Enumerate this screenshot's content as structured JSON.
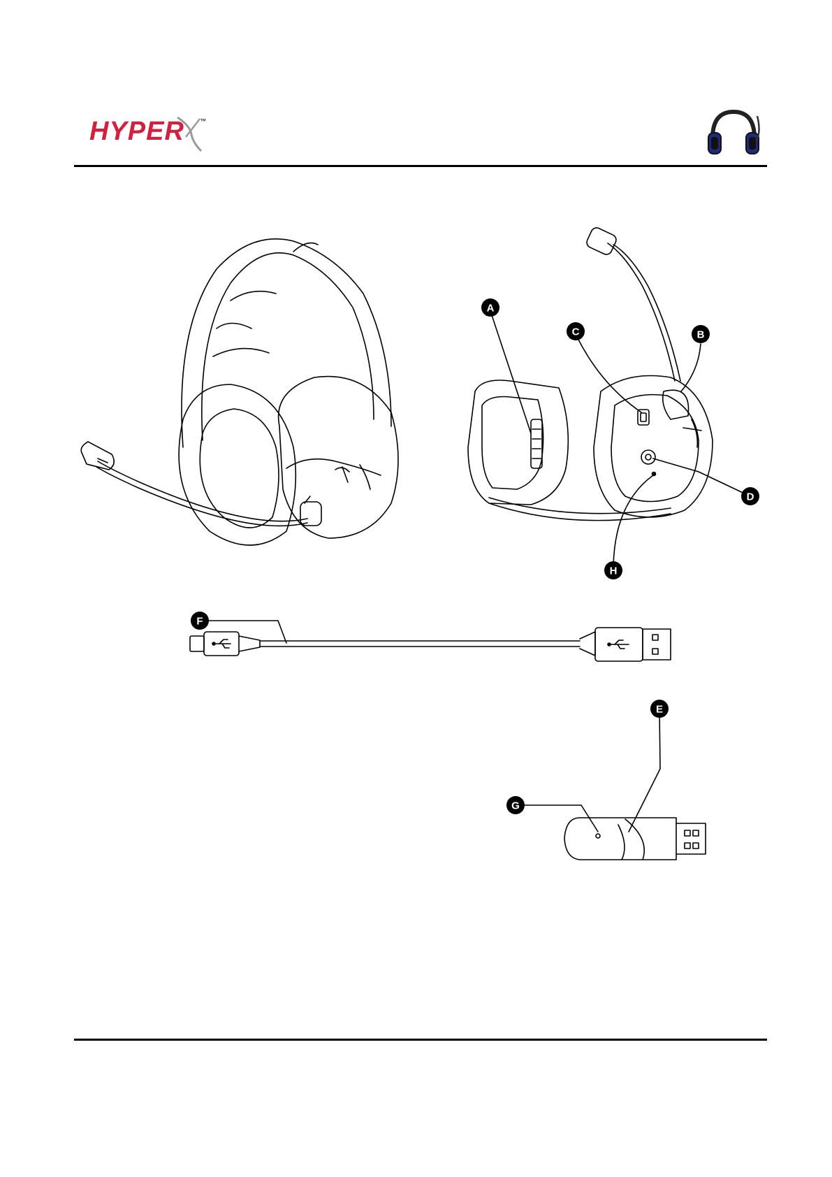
{
  "header": {
    "logo_text": "HYPER",
    "logo_suffix": "X",
    "trademark": "™",
    "brand_color": "#d0213f",
    "corner_icon": "headset-icon"
  },
  "callouts": [
    "A",
    "B",
    "C",
    "D",
    "E",
    "F",
    "G",
    "H"
  ],
  "colors": {
    "line": "#000000",
    "accent": "#1e2a7a"
  }
}
